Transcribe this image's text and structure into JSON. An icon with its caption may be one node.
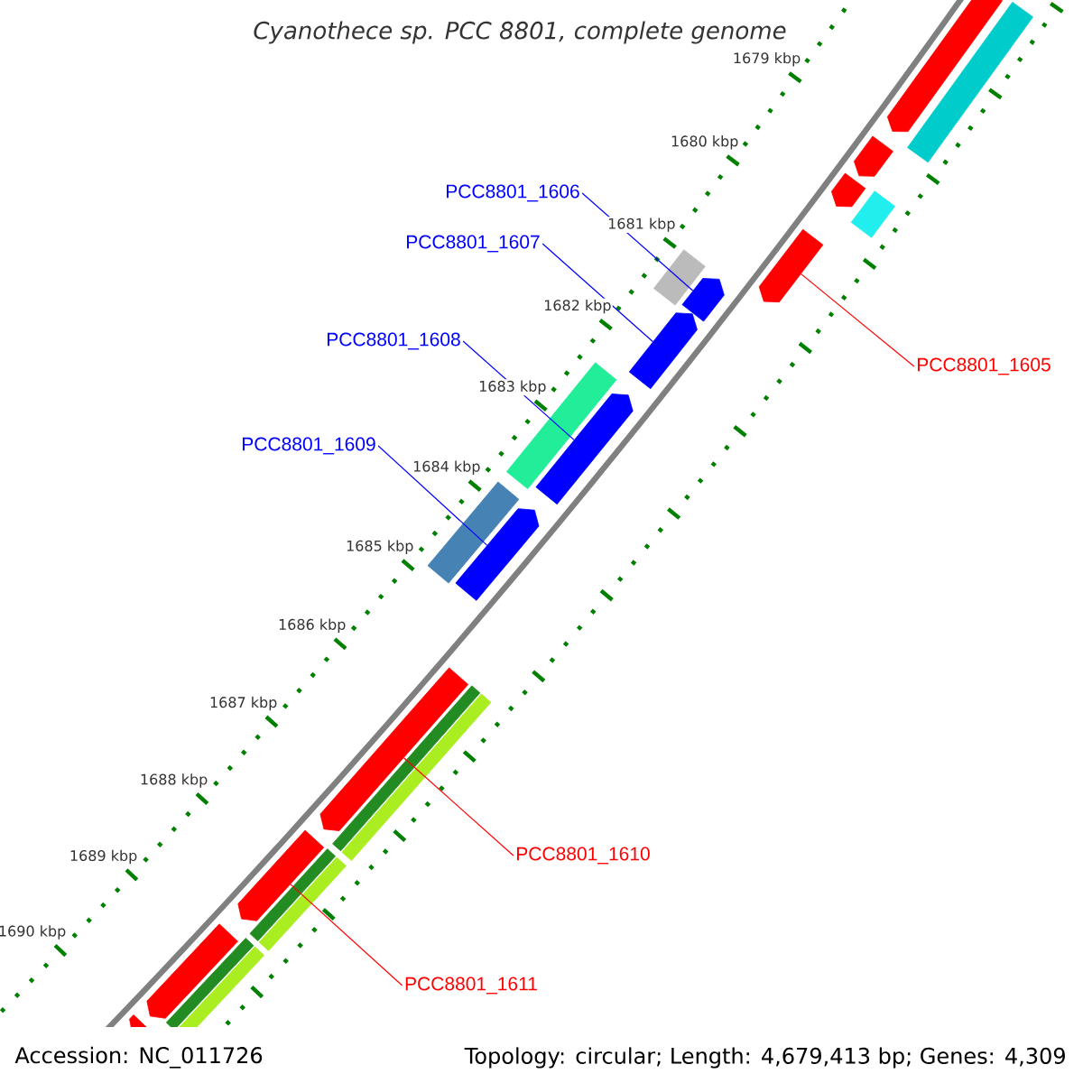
{
  "diagram": {
    "title": "Cyanothece sp. PCC 8801, complete genome",
    "nodes": [
      {
        "text": [
          "PCC8801_1606"
        ]
      },
      {
        "text": [
          "PCC8801_1607"
        ]
      },
      {
        "text": [
          "PCC8801_1608"
        ]
      },
      {
        "text": [
          "PCC8801_1605"
        ]
      },
      {
        "text": [
          "PCC8801_1609"
        ]
      },
      {
        "text": [
          "PCC8801_1610"
        ]
      },
      {
        "text": [
          "PCC8801_1611"
        ]
      },
      {
        "text": [],
        "shape": "pentagon"
      },
      {
        "text": [],
        "shape": "bar"
      },
      {
        "text": [],
        "shape": "pentagon"
      },
      {
        "text": [],
        "shape": "pentagon"
      },
      {
        "text": [],
        "shape": "bar"
      },
      {
        "text": [],
        "shape": "pentagon"
      },
      {
        "text": [],
        "shape": "bar"
      },
      {
        "text": [],
        "shape": "pentagon"
      },
      {
        "text": [],
        "shape": "pentagon"
      },
      {
        "text": [],
        "shape": "bar"
      },
      {
        "text": [],
        "shape": "pentagon"
      },
      {
        "text": [],
        "shape": "bar"
      },
      {
        "text": [],
        "shape": "pentagon"
      },
      {
        "text": [],
        "shape": "pentagon"
      },
      {
        "text": [],
        "shape": "bar"
      },
      {
        "text": [],
        "shape": "bar"
      },
      {
        "text": [],
        "shape": "pentagon"
      },
      {
        "text": [],
        "shape": "bar"
      },
      {
        "text": [],
        "shape": "bar"
      },
      {
        "text": [],
        "shape": "pentagon"
      },
      {
        "text": [],
        "shape": "bar"
      },
      {
        "text": [],
        "shape": "bar"
      },
      {
        "text": [],
        "shape": "pentagon"
      }
    ],
    "edges": [
      {
        "from": 0,
        "to": 14,
        "arrow": "none"
      },
      {
        "from": 1,
        "to": 15,
        "arrow": "none"
      },
      {
        "from": 2,
        "to": 17,
        "arrow": "none"
      },
      {
        "from": 3,
        "to": 12,
        "arrow": "none",
        "color": "#ff0000"
      },
      {
        "from": 4,
        "to": 19,
        "arrow": "none"
      },
      {
        "from": 5,
        "to": 20,
        "arrow": "none",
        "color": "#ff0000"
      },
      {
        "from": 6,
        "to": 23,
        "arrow": "none",
        "color": "#ff0000"
      }
    ],
    "labels": [
      "1679 kbp",
      "1680 kbp",
      "1681 kbp",
      "1682 kbp",
      "1683 kbp",
      "1684 kbp",
      "1685 kbp",
      "1686 kbp",
      "1687 kbp",
      "1688 kbp",
      "1689 kbp",
      "1690 kbp",
      "Accession: NC_011726",
      "Topology: circular; Length: 4,679,413 bp; Genes: 4,309"
    ]
  }
}
